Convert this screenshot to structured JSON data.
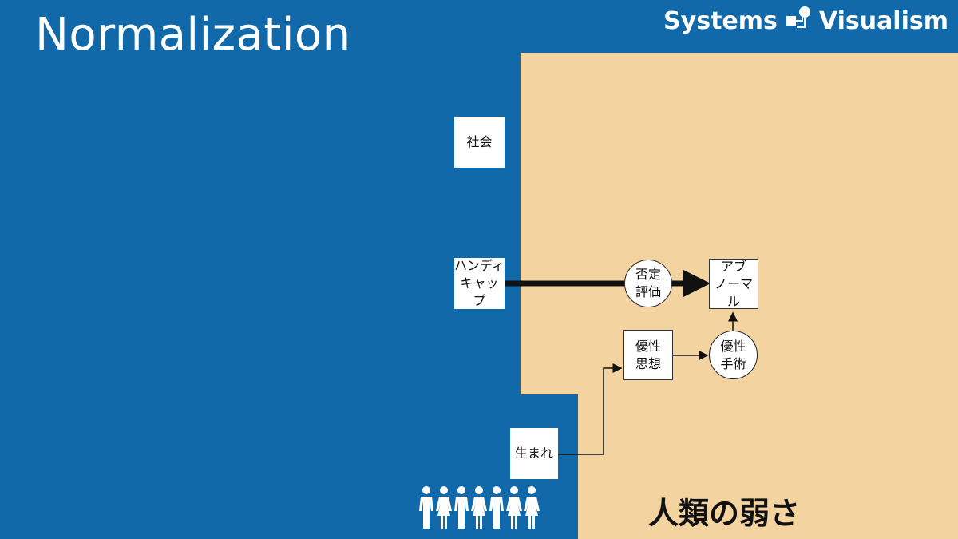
{
  "title": "Normalization",
  "brand": {
    "left": "Systems",
    "right": "Visualism",
    "logo_icon": "systems-visualism-logo-icon"
  },
  "colors": {
    "background": "#1169a9",
    "region": "#f3d39f",
    "text": "#111111"
  },
  "nodes": {
    "society": "社会",
    "handicap_line1": "ハンディ",
    "handicap_line2": "キャップ",
    "negative_eval_line1": "否定",
    "negative_eval_line2": "評価",
    "abnormal_line1": "アブ",
    "abnormal_line2": "ノーマル",
    "eugenics_thought_line1": "優性",
    "eugenics_thought_line2": "思想",
    "eugenics_surgery_line1": "優性",
    "eugenics_surgery_line2": "手術",
    "birth": "生まれ"
  },
  "region_label": "人類の弱さ",
  "people_icon": "people-group-icon"
}
